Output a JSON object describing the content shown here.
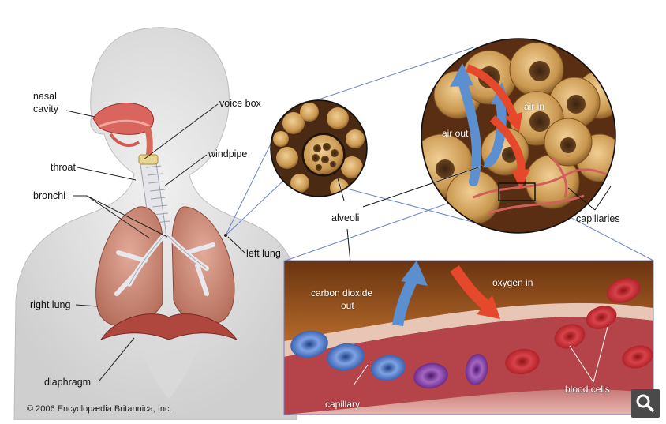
{
  "labels": {
    "nasal_cavity_1": "nasal",
    "nasal_cavity_2": "cavity",
    "voice_box": "voice box",
    "windpipe": "windpipe",
    "throat": "throat",
    "bronchi": "bronchi",
    "left_lung": "left lung",
    "right_lung": "right lung",
    "diaphragm": "diaphragm",
    "alveoli": "alveoli",
    "air_in": "air in",
    "air_out": "air out",
    "capillaries": "capillaries",
    "co2_out_1": "carbon dioxide",
    "co2_out_2": "out",
    "oxygen_in": "oxygen in",
    "capillary": "capillary",
    "blood_cells": "blood cells"
  },
  "copyright": "© 2006 Encyclopædia Britannica, Inc.",
  "zoom_icon": "magnifier-icon",
  "colors": {
    "body_silhouette": "#dcdcdc",
    "lung": "#c98a78",
    "alveoli_gold": "#c9974f",
    "blood_red": "#c0282c",
    "air_out_blue": "#5b8fcf",
    "air_in_red": "#e5482a",
    "capillary_dark": "#5b1f1a"
  }
}
